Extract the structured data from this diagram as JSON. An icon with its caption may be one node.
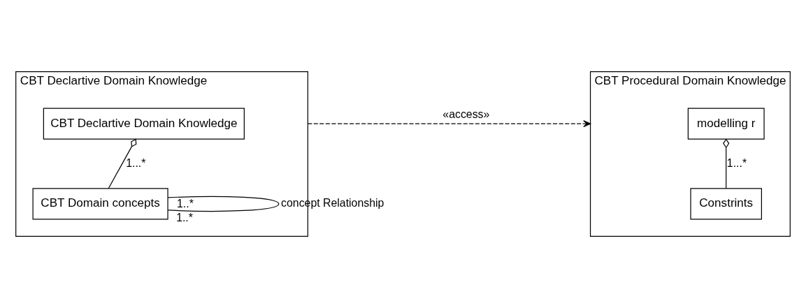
{
  "diagram": {
    "nodes": [
      {
        "text": [
          "CBT Declartive Domain Knowledge"
        ]
      },
      {
        "text": [
          "CBT Declartive Domain Knowledge"
        ],
        "in": 0
      },
      {
        "text": [
          "CBT Domain concepts"
        ],
        "in": 0
      },
      {
        "text": [
          "CBT Procedural Domain Knowledge"
        ]
      },
      {
        "text": [
          "modelling r"
        ],
        "in": 3
      },
      {
        "text": [
          "Constrints"
        ],
        "in": 3
      }
    ],
    "edges": [
      {
        "from": 1,
        "to": 2,
        "arrow": "other",
        "label": "1...*"
      },
      {
        "from": 2,
        "to": 2,
        "arrow": "none",
        "label": "concept Relationship"
      },
      {
        "from": 0,
        "to": 3,
        "arrow": "to",
        "style": "dashed",
        "label": "«access»"
      },
      {
        "from": 4,
        "to": 5,
        "arrow": "other",
        "label": "1...*"
      }
    ],
    "labels": [
      "1..*",
      "1..*"
    ]
  }
}
